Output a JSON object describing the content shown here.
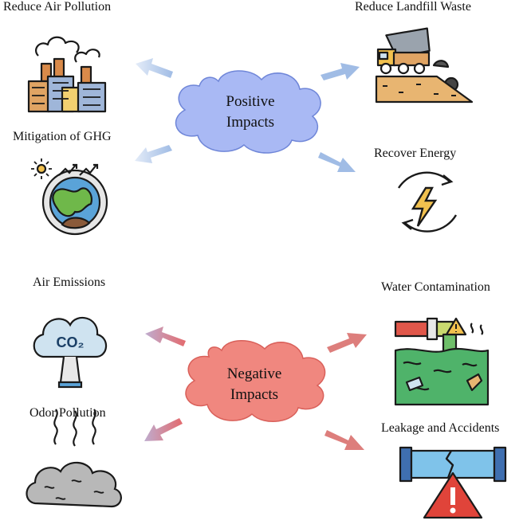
{
  "positive": {
    "cloud_label": [
      "Positive",
      "Impacts"
    ],
    "items": [
      {
        "label": "Reduce Air Pollution",
        "icon": "factory-smoke-icon"
      },
      {
        "label": "Reduce Landfill Waste",
        "icon": "dump-truck-landfill-icon"
      },
      {
        "label": "Mitigation of GHG",
        "icon": "earth-globe-icon"
      },
      {
        "label": "Recover Energy",
        "icon": "energy-bolt-cycle-icon"
      }
    ],
    "cloud_color": "#a9b9f4",
    "arrow_color": "#9dbbe6"
  },
  "negative": {
    "cloud_label": [
      "Negative",
      "Impacts"
    ],
    "items": [
      {
        "label": "Air Emissions",
        "icon": "co2-cloud-icon"
      },
      {
        "label": "Water Contamination",
        "icon": "polluted-water-pipe-icon"
      },
      {
        "label": "Odor Pollution",
        "icon": "odor-smog-icon"
      },
      {
        "label": "Leakage and Accidents",
        "icon": "broken-pipe-warning-icon"
      }
    ],
    "cloud_color": "#f0877f",
    "arrow_color": "#d9706e"
  },
  "icon_text": {
    "co2": "CO₂"
  }
}
